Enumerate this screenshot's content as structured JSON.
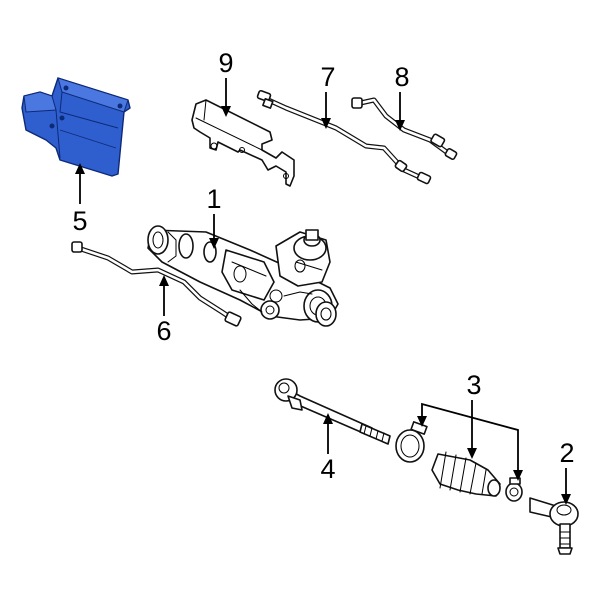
{
  "diagram": {
    "highlight_color": "#2f5fcf",
    "callouts": [
      {
        "id": "1",
        "label": "1"
      },
      {
        "id": "2",
        "label": "2"
      },
      {
        "id": "3",
        "label": "3"
      },
      {
        "id": "4",
        "label": "4"
      },
      {
        "id": "5",
        "label": "5"
      },
      {
        "id": "6",
        "label": "6"
      },
      {
        "id": "7",
        "label": "7"
      },
      {
        "id": "8",
        "label": "8"
      },
      {
        "id": "9",
        "label": "9"
      }
    ]
  }
}
